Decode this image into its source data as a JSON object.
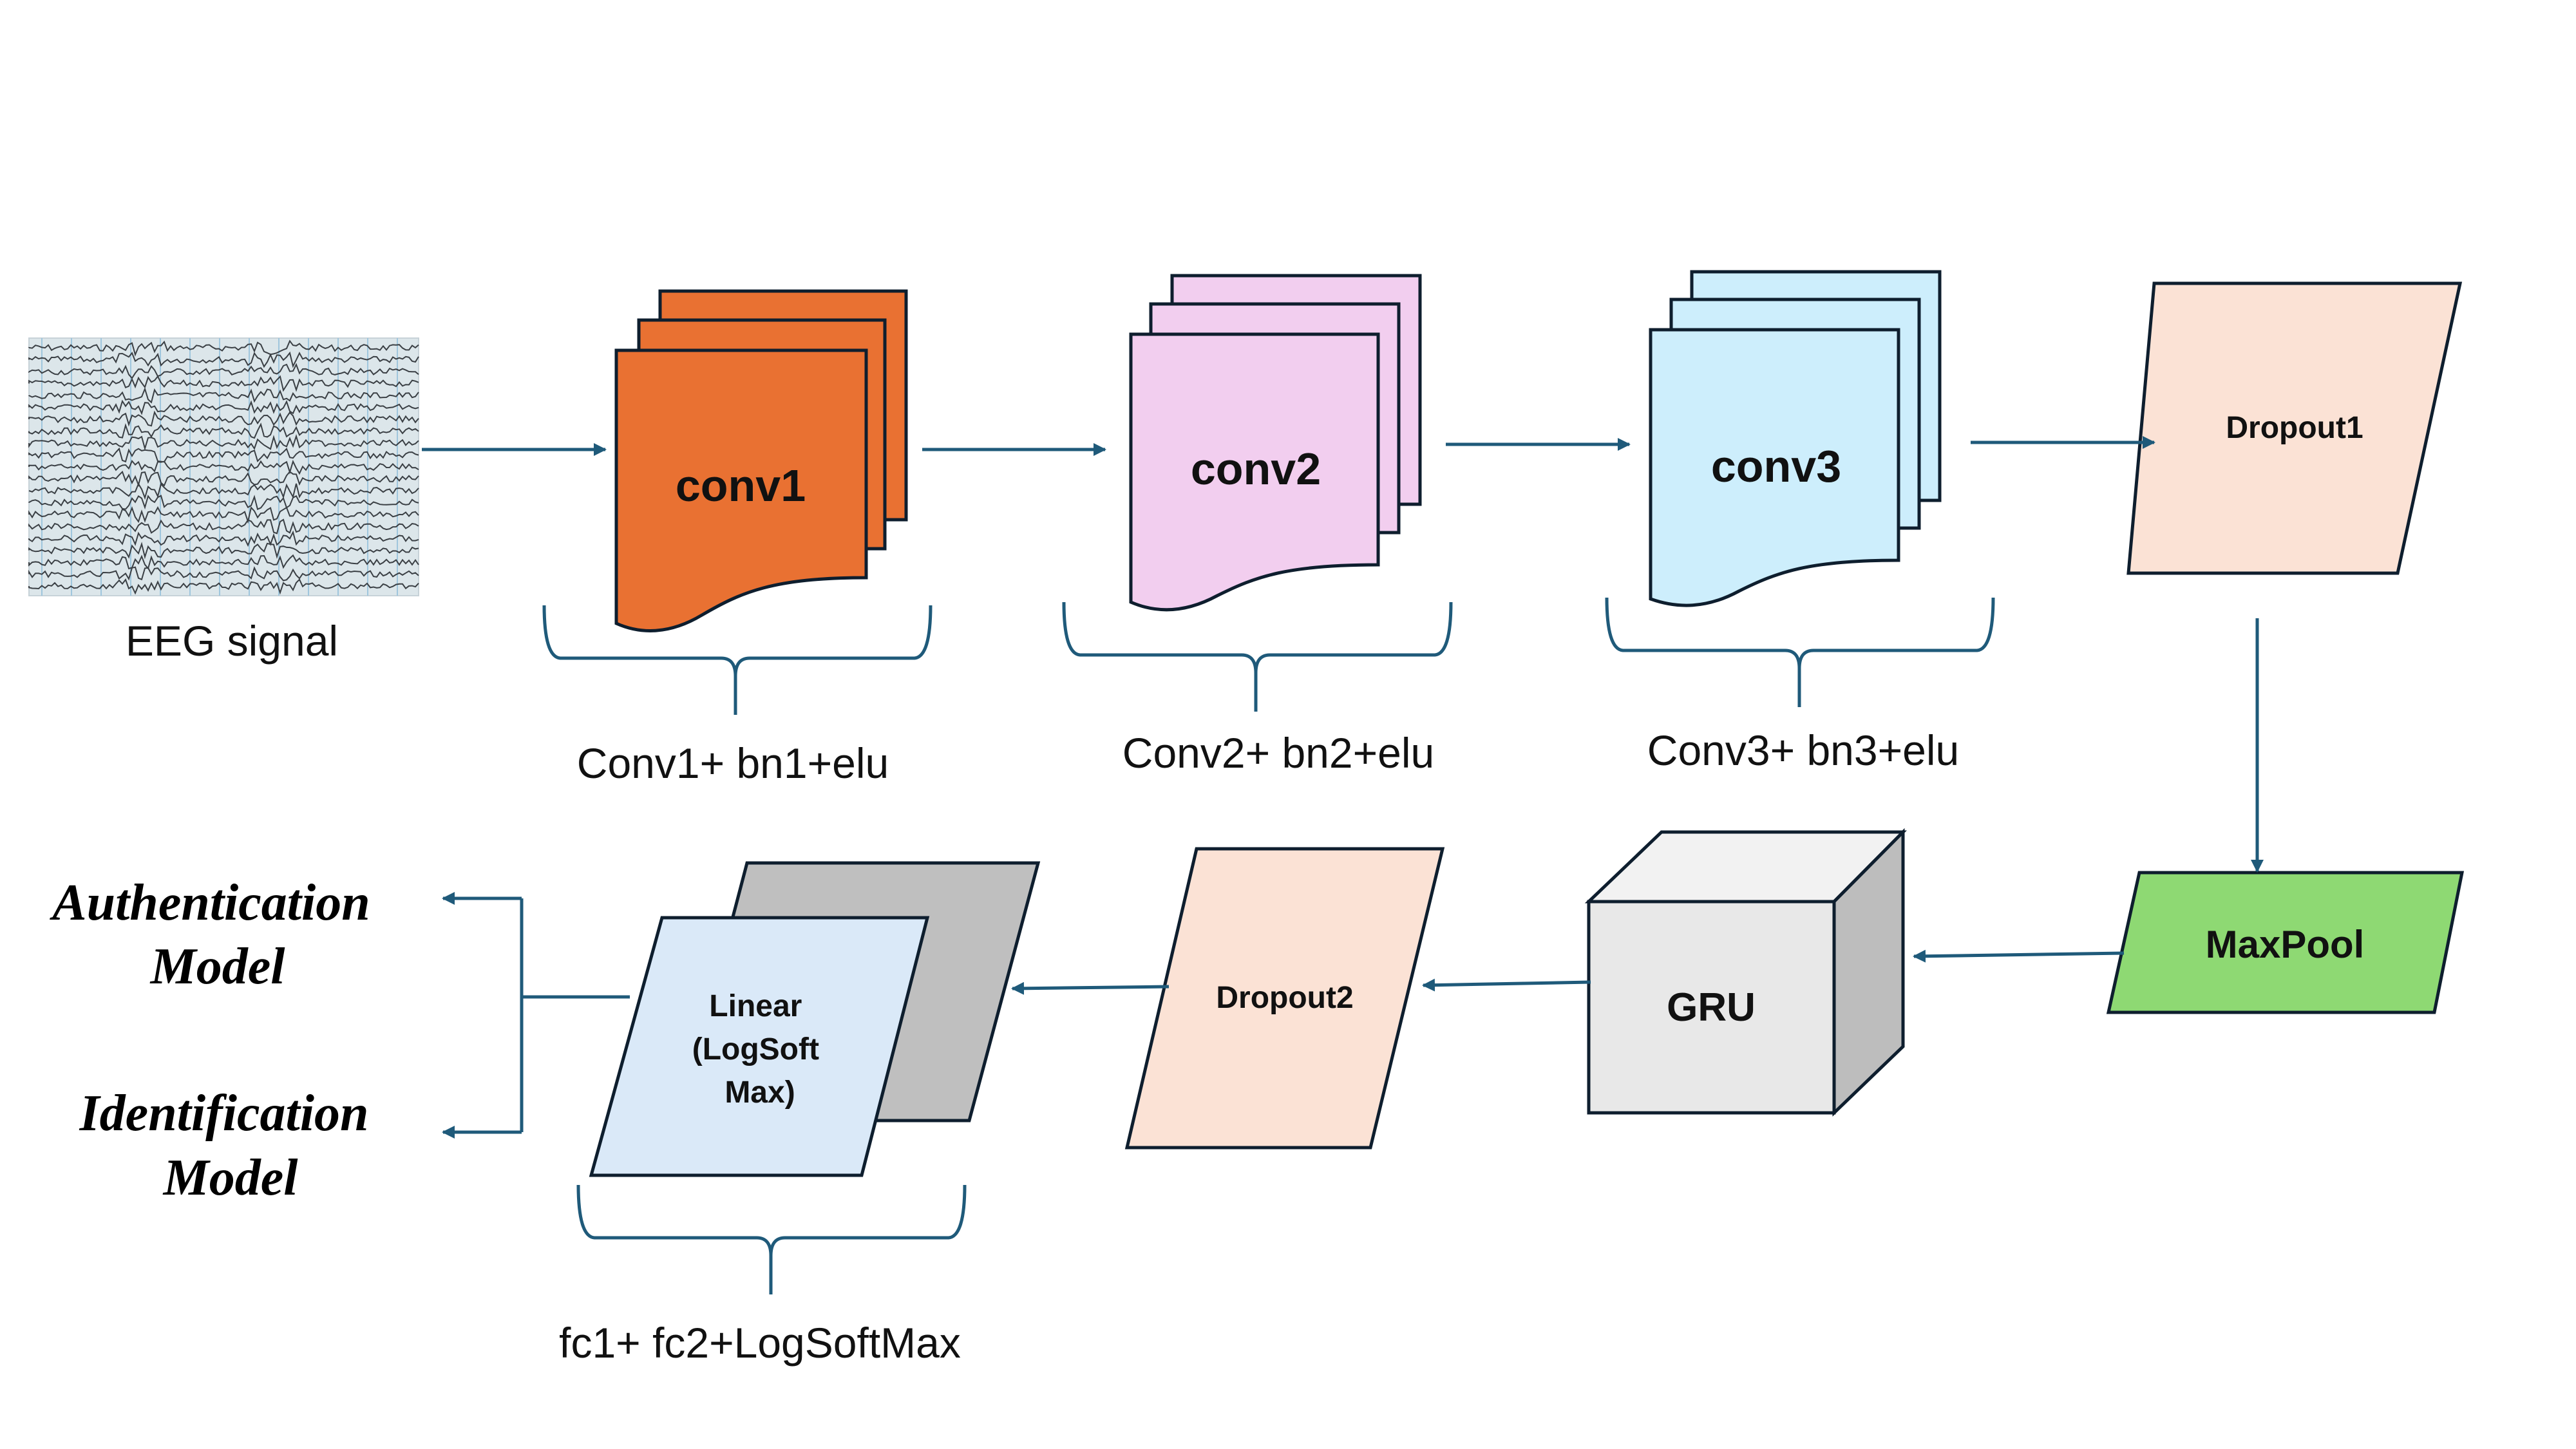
{
  "input": {
    "caption": "EEG signal"
  },
  "conv_blocks": [
    {
      "label": "conv1",
      "caption": "Conv1+ bn1+elu",
      "fill": "#e97132"
    },
    {
      "label": "conv2",
      "caption": "Conv2+ bn2+elu",
      "fill": "#f2ceef"
    },
    {
      "label": "conv3",
      "caption": "Conv3+ bn3+elu",
      "fill": "#cdeefc"
    }
  ],
  "dropout1": {
    "label": "Dropout1",
    "fill": "#fbe2d5"
  },
  "maxpool": {
    "label": "MaxPool",
    "fill": "#8ed973"
  },
  "gru": {
    "label": "GRU",
    "fill": "#e8e8e8"
  },
  "dropout2": {
    "label": "Dropout2",
    "fill": "#fbe2d5"
  },
  "linear": {
    "lines": [
      "Linear",
      "(LogSoft",
      "Max)"
    ],
    "caption": "fc1+ fc2+LogSoftMax",
    "fill": "#dae9f8",
    "back_fill": "#bfbfbf"
  },
  "outputs": {
    "authentication": [
      "Authentication",
      "Model"
    ],
    "identification": [
      "Identification",
      "Model"
    ]
  },
  "colors": {
    "arrow": "#1f5a7a",
    "outline": "#0e1e2e"
  }
}
